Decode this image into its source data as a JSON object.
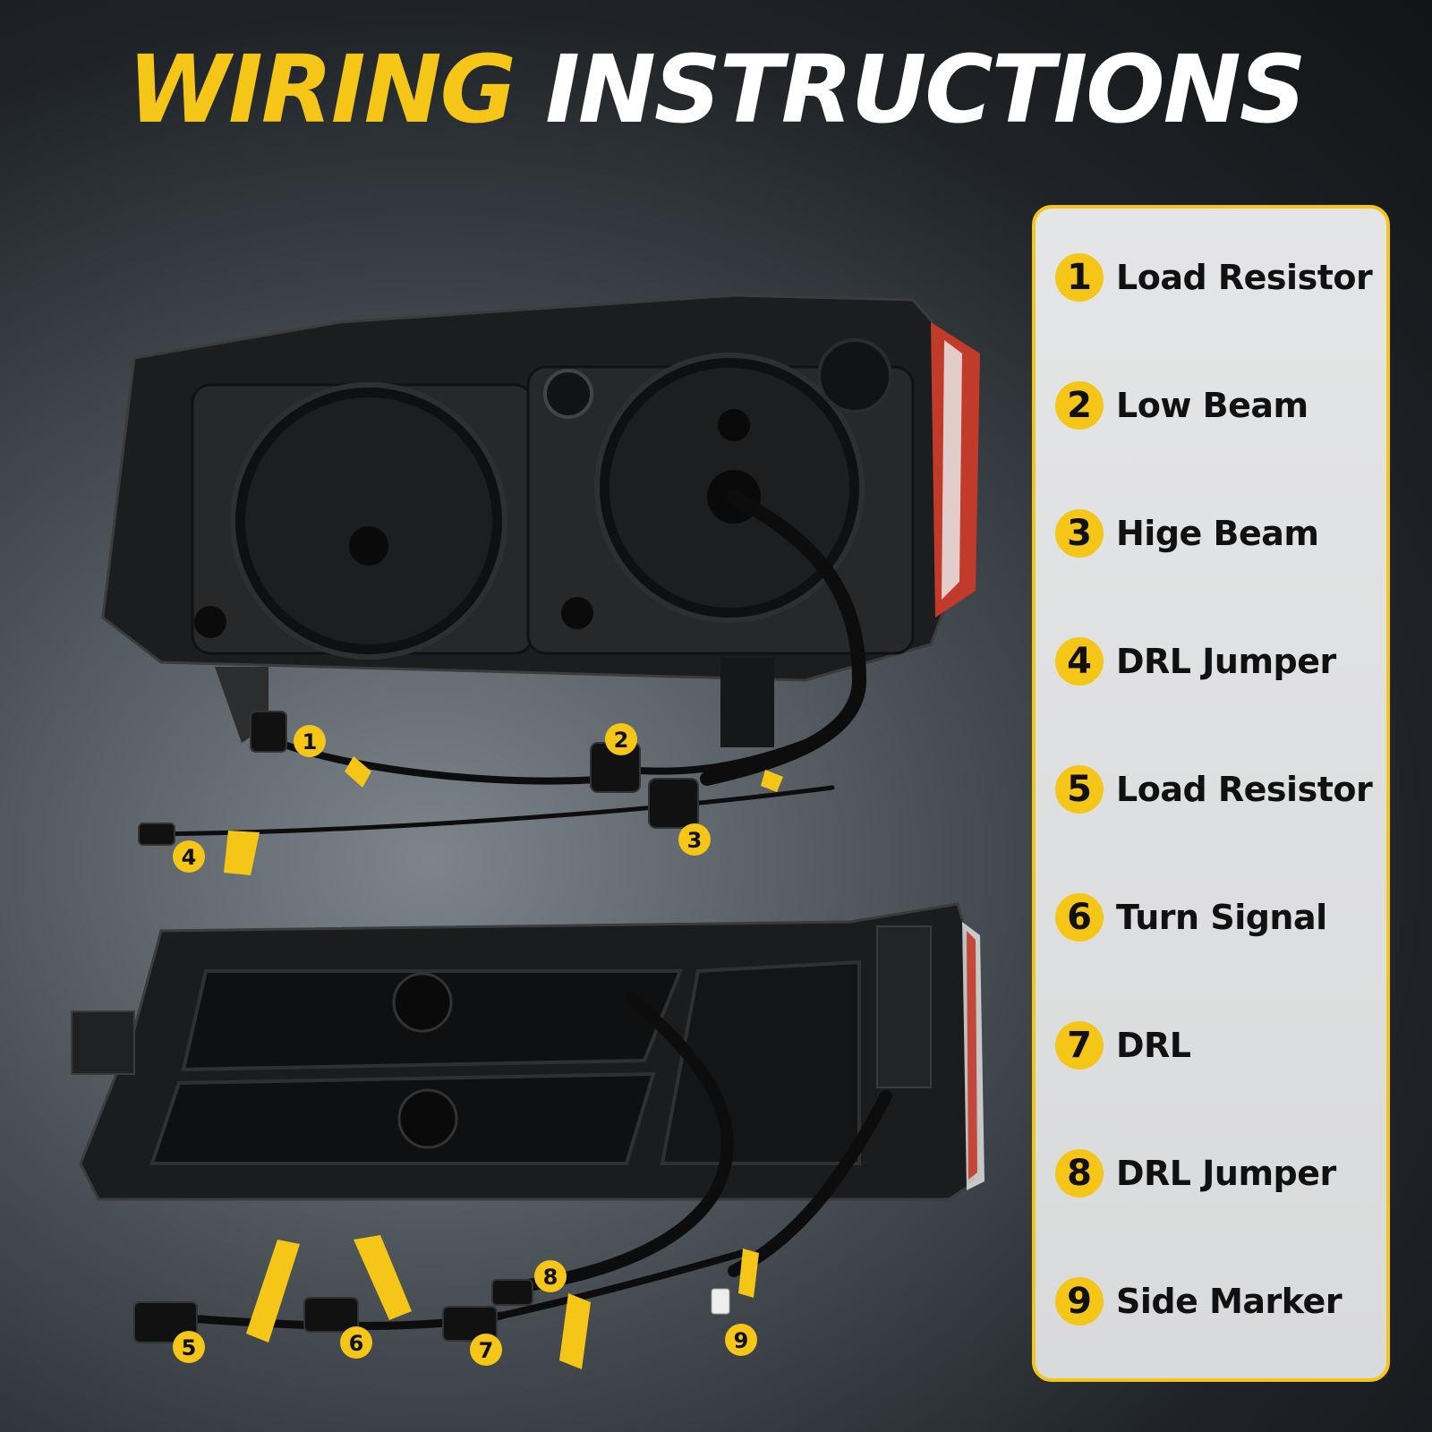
{
  "title": {
    "word1": "WIRING",
    "word2": "INSTRUCTIONS"
  },
  "callouts": [
    "1",
    "2",
    "3",
    "4",
    "5",
    "6",
    "7",
    "8",
    "9"
  ],
  "legend": [
    {
      "num": "1",
      "label": "Load Resistor"
    },
    {
      "num": "2",
      "label": "Low Beam"
    },
    {
      "num": "3",
      "label": "Hige Beam"
    },
    {
      "num": "4",
      "label": "DRL Jumper"
    },
    {
      "num": "5",
      "label": "Load Resistor"
    },
    {
      "num": "6",
      "label": "Turn Signal"
    },
    {
      "num": "7",
      "label": "DRL"
    },
    {
      "num": "8",
      "label": "DRL Jumper"
    },
    {
      "num": "9",
      "label": "Side Marker"
    }
  ],
  "colors": {
    "accent": "#f5c518",
    "housing": "#1b1c1e",
    "panel": "#dcdddd",
    "text": "#111111"
  },
  "icons": [
    "headlight-rear-illustration",
    "headlight-bottom-illustration",
    "wiring-harness"
  ]
}
